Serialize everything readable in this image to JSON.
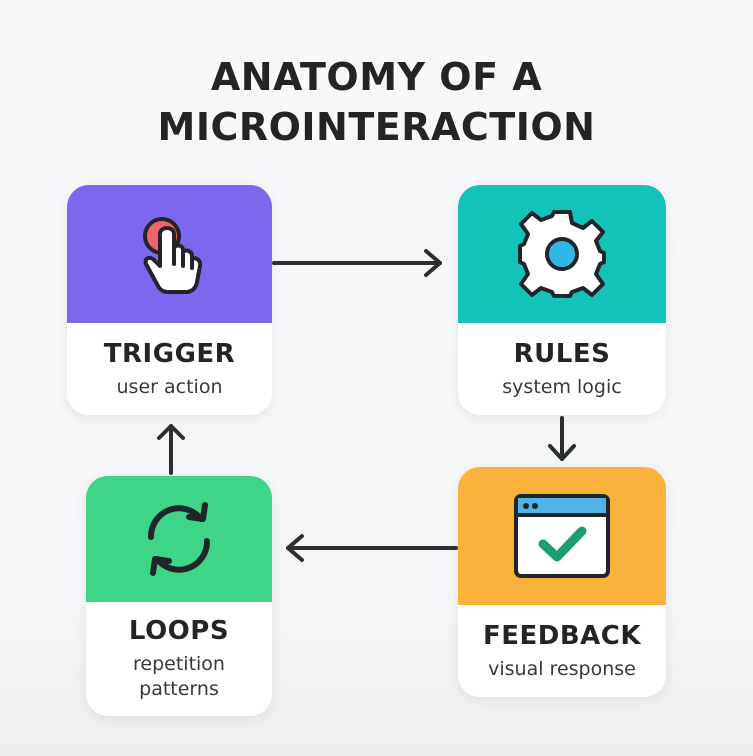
{
  "title": {
    "line1": "ANATOMY OF A",
    "line2": "MICROINTERACTION"
  },
  "cards": {
    "trigger": {
      "name": "TRIGGER",
      "description": "user action",
      "color": "#7d67ee",
      "icon": "tap-hand-icon"
    },
    "rules": {
      "name": "RULES",
      "description": "system logic",
      "color": "#13c3b8",
      "icon": "gear-icon"
    },
    "feedback": {
      "name": "FEEDBACK",
      "description": "visual response",
      "color": "#fbb23d",
      "icon": "check-window-icon"
    },
    "loops": {
      "name": "LOOPS",
      "description": "repetition patterns",
      "color": "#3ed588",
      "icon": "refresh-cycle-icon"
    }
  },
  "colors": {
    "text": "#1f2529",
    "arrow": "#2a2f33"
  }
}
